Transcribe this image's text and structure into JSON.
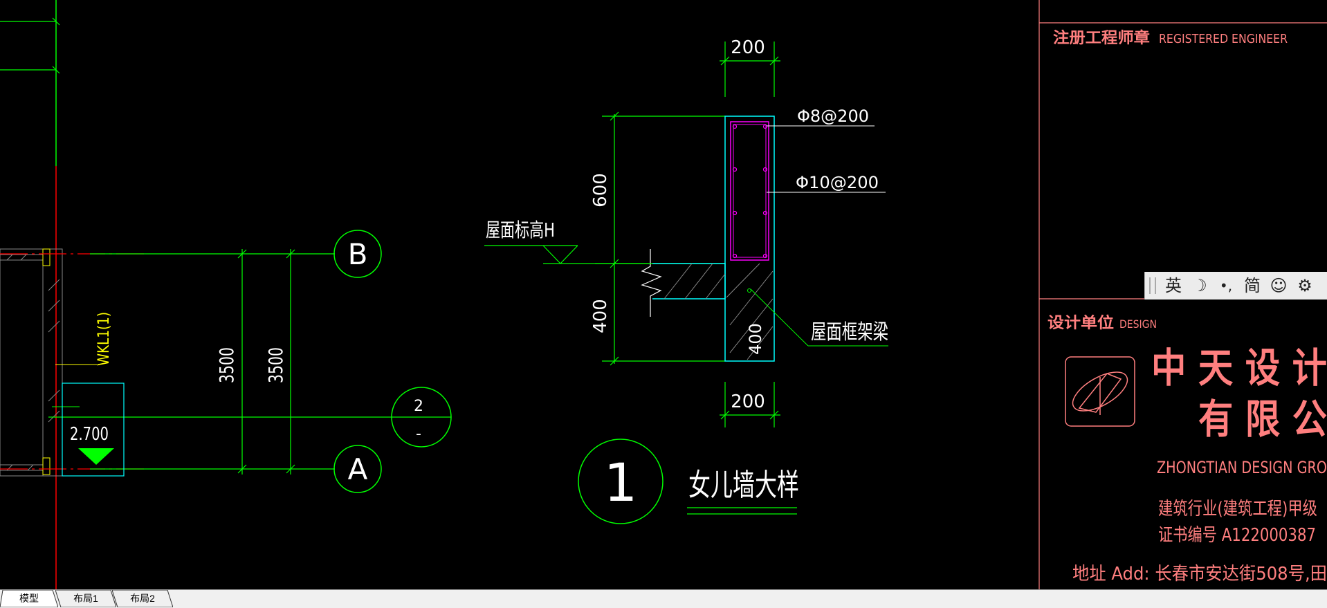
{
  "drawing": {
    "grid_b": "B",
    "grid_a": "A",
    "dim_3500_outer": "3500",
    "dim_3500_inner": "3500",
    "beam_tag": "WKL1(1)",
    "elevation": "2.700",
    "section_num": "2",
    "section_sheet": "-",
    "detail_top_width": "200",
    "detail_bottom_width": "200",
    "dim_600": "600",
    "dim_400": "400",
    "beam_depth": "400",
    "rebar_top": "Φ8@200",
    "rebar_mid": "Φ10@200",
    "roof_elev_label": "屋面标高H",
    "roof_beam_label": "屋面框架梁",
    "detail_number": "1",
    "detail_title": "女儿墙大样"
  },
  "title_block": {
    "engineer_stamp_cn": "注册工程师章",
    "engineer_stamp_en": "REGISTERED ENGINEER",
    "design_unit_cn": "设计单位",
    "design_unit_en": "DESIGN",
    "company_line1": "中 天 设 计",
    "company_line2": "有 限 公",
    "company_en": "ZHONGTIAN  DESIGN  GRO",
    "qualification": "建筑行业(建筑工程)甲级",
    "certificate": "证书编号 A122000387",
    "address": "地址 Add: 长春市安达街508号,田"
  },
  "ime": {
    "items": [
      "英",
      "☽",
      "•,",
      "简",
      "☺",
      "⚙"
    ]
  },
  "tabs": [
    "模型",
    "布局1",
    "布局2"
  ],
  "colors": {
    "green": "#00ff00",
    "red": "#ff0000",
    "cyan": "#00ffff",
    "magenta": "#ff00ff",
    "yellow": "#ffff00",
    "white": "#ffffff",
    "titleblock": "#ff7f7f"
  }
}
